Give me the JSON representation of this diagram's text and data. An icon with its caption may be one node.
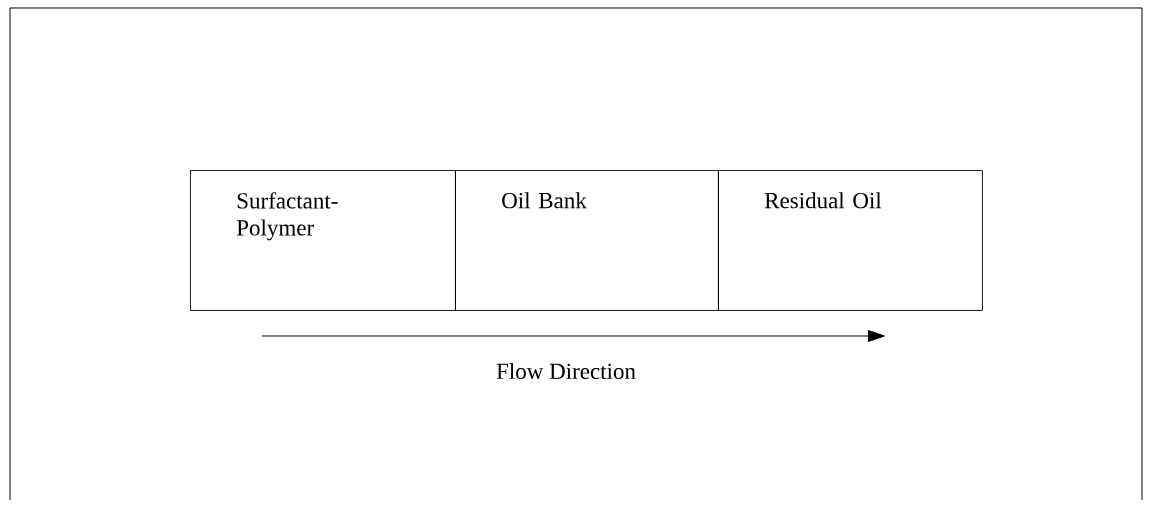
{
  "diagram": {
    "nodes": [
      {
        "text": [
          "Surfactant- Polymer"
        ]
      },
      {
        "text": [
          "Oil Bank"
        ]
      },
      {
        "text": [
          "Residual Oil"
        ]
      }
    ],
    "labels": [
      "Flow Direction"
    ]
  }
}
